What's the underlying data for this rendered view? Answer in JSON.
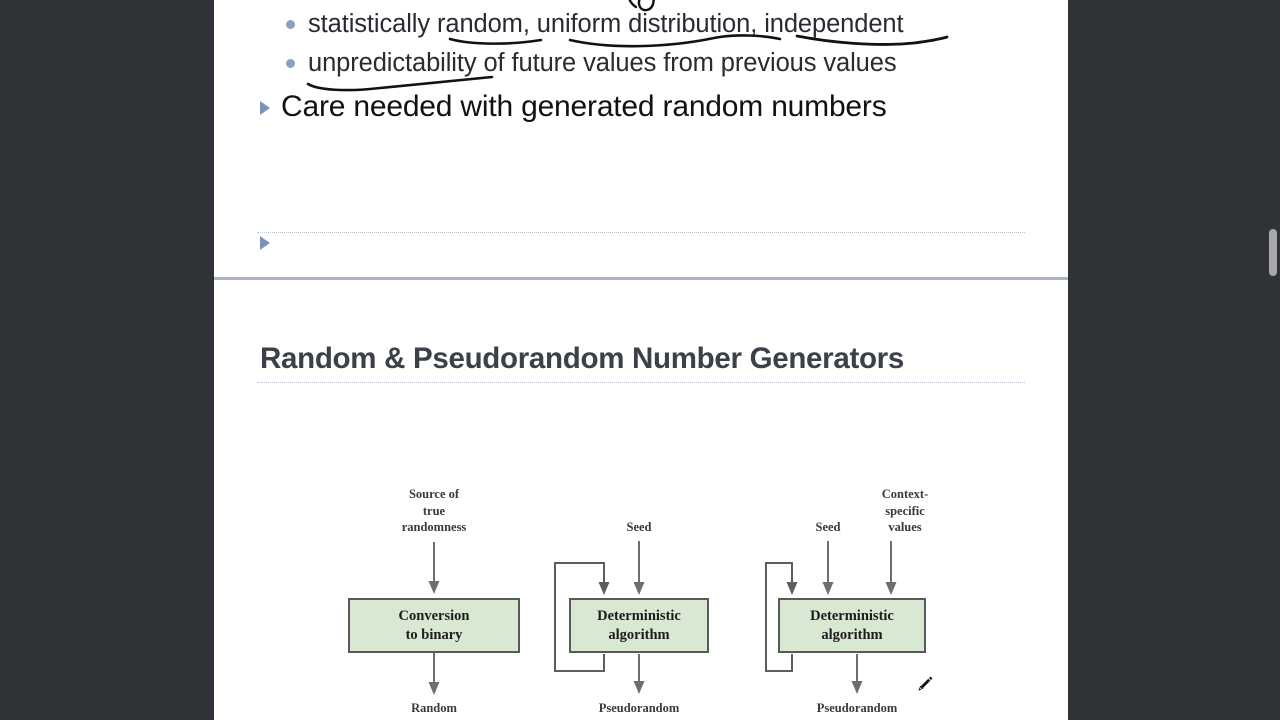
{
  "viewer": {
    "background_color": "#2f3337",
    "page_background": "#ffffff",
    "accent_bullet_color": "#8f9fbf",
    "triangle_marker_color": "#7b93b8",
    "separator_color": "#a9b6c6",
    "scrollbar_thumb_color": "#a8a8a8"
  },
  "slide_one": {
    "sub_bullets": [
      {
        "text": "statistically random, uniform distribution, independent"
      },
      {
        "text": "unpredictability of future values from previous values"
      }
    ],
    "main_bullet": {
      "text": "Care needed with generated random numbers"
    },
    "placeholder_bullet": {
      "text": ""
    },
    "annotations": [
      {
        "name": "underline-random",
        "target": "random"
      },
      {
        "name": "underline-uniform-distribution",
        "target": "uniform distribution"
      },
      {
        "name": "underline-independent",
        "target": "independent"
      },
      {
        "name": "underline-unpredictability",
        "target": "unpredictability"
      },
      {
        "name": "ink-stroke-partial-top",
        "target": ""
      }
    ]
  },
  "slide_two": {
    "title": "Random & Pseudorandom Number Generators",
    "figure": {
      "columns": [
        {
          "name": "true-random-number-generator",
          "top_inputs": [
            {
              "label": "Source of\ntrue\nrandomness"
            }
          ],
          "box_lines": [
            "Conversion",
            "to binary"
          ],
          "output_label": "Random",
          "has_feedback_loop": false
        },
        {
          "name": "pseudorandom-number-generator",
          "top_inputs": [
            {
              "label": "Seed"
            }
          ],
          "box_lines": [
            "Deterministic",
            "algorithm"
          ],
          "output_label": "Pseudorandom",
          "has_feedback_loop": true
        },
        {
          "name": "pseudorandom-function",
          "top_inputs": [
            {
              "label": "Seed"
            },
            {
              "label": "Context-\nspecific\nvalues"
            }
          ],
          "box_lines": [
            "Deterministic",
            "algorithm"
          ],
          "output_label": "Pseudorandom",
          "has_feedback_loop": true
        }
      ],
      "box_fill_color": "#d9e8d2",
      "box_border_color": "#595959",
      "arrow_color": "#6e6e6e"
    }
  },
  "cursor": {
    "icon": "pen-cursor-icon"
  },
  "scrollbar": {
    "orientation": "vertical"
  }
}
